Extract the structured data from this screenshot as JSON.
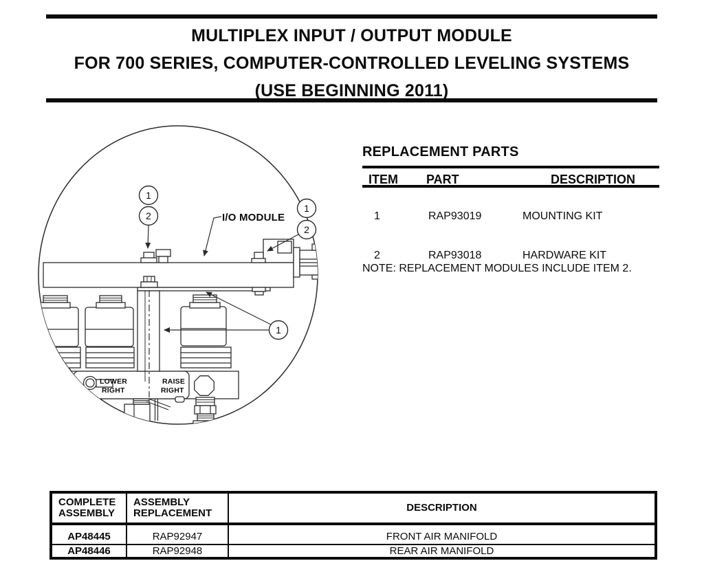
{
  "header": {
    "title_lines": [
      "MULTIPLEX INPUT / OUTPUT MODULE",
      "FOR 700 SERIES, COMPUTER-CONTROLLED LEVELING SYSTEMS",
      "(USE BEGINNING 2011)"
    ]
  },
  "diagram": {
    "io_module_label": "I/O MODULE",
    "balloons": {
      "left_top": "1",
      "left_bottom": "2",
      "right_top": "1",
      "right_bottom": "2",
      "lower": "1"
    },
    "manifold": {
      "lower_line1": "LOWER",
      "lower_line2": "RIGHT",
      "raise_line1": "RAISE",
      "raise_line2": "RIGHT"
    }
  },
  "replacement_parts": {
    "title": "REPLACEMENT PARTS",
    "headers": {
      "item": "ITEM",
      "part": "PART",
      "description": "DESCRIPTION"
    },
    "rows": [
      {
        "item": "1",
        "part": "RAP93019",
        "description": "MOUNTING KIT"
      },
      {
        "item": "2",
        "part": "RAP93018",
        "description": "HARDWARE KIT"
      }
    ],
    "note": "NOTE: REPLACEMENT MODULES INCLUDE ITEM 2."
  },
  "assembly_table": {
    "headers": {
      "col1_line1": "COMPLETE",
      "col1_line2": "ASSEMBLY",
      "col2_line1": "ASSEMBLY",
      "col2_line2": "REPLACEMENT",
      "col3": "DESCRIPTION"
    },
    "rows": [
      {
        "complete": "AP48445",
        "replacement": "RAP92947",
        "description": "FRONT AIR MANIFOLD"
      },
      {
        "complete": "AP48446",
        "replacement": "RAP92948",
        "description": "REAR AIR MANIFOLD"
      }
    ]
  },
  "theme": {
    "ink": "#0b0b0b",
    "line": "#2b2b2b",
    "paper": "#ffffff"
  }
}
